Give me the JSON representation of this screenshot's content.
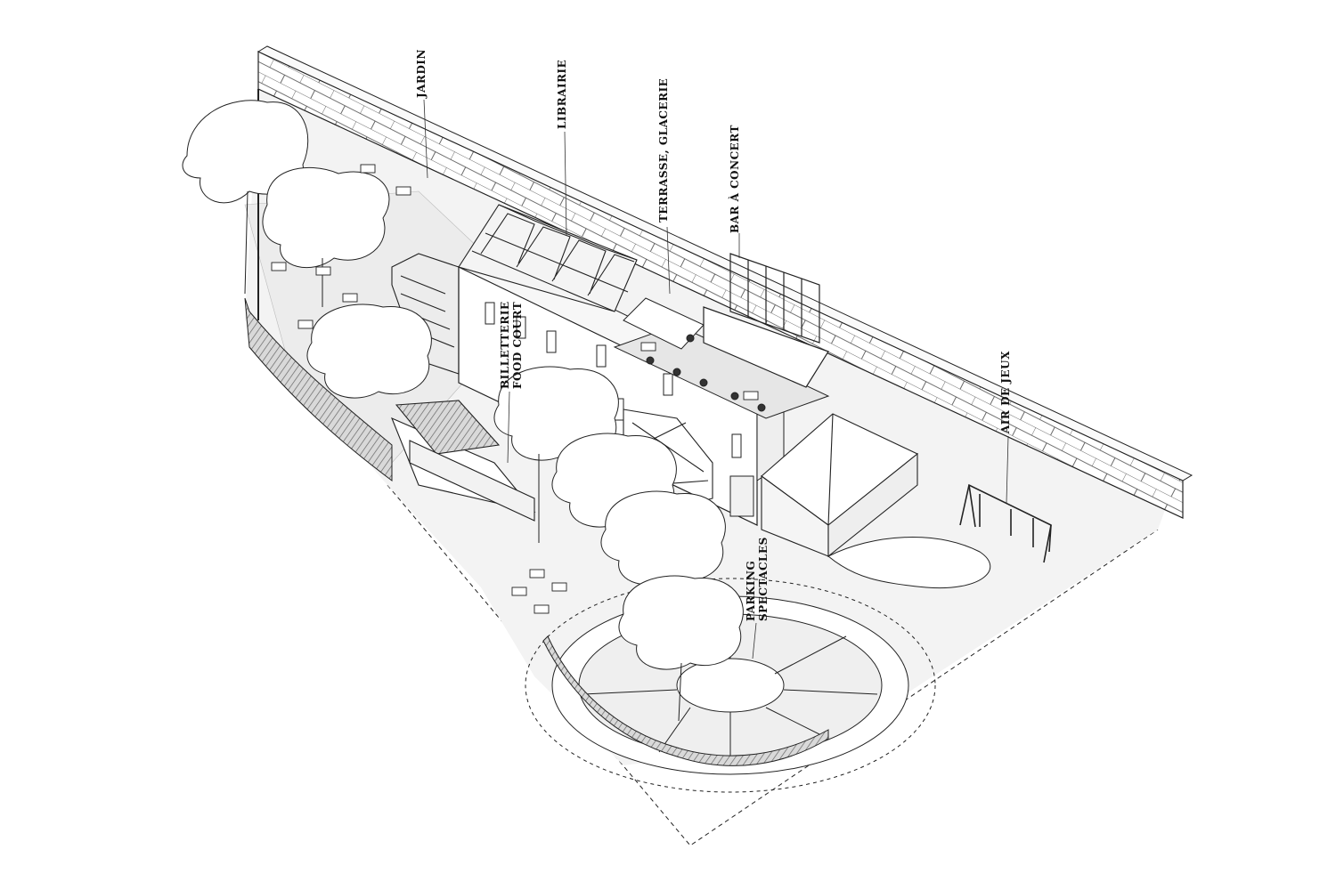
{
  "labels": {
    "jardin": "JARDIN",
    "librairie": "LIBRAIRIE",
    "terrasse": "TERRASSE, GLACERIE",
    "bar": "BAR À CONCERT",
    "air_de_jeux": "AIR DE JEUX",
    "billetterie": "BILLETTERIE",
    "food_court": "FOOD COURT",
    "parking": "PARKING",
    "spectacles": "SPECTACLES"
  },
  "colors": {
    "line": "#222222",
    "ground": "#f2f2f2",
    "wall": "#ffffff",
    "fence": "#cfcfcf"
  }
}
